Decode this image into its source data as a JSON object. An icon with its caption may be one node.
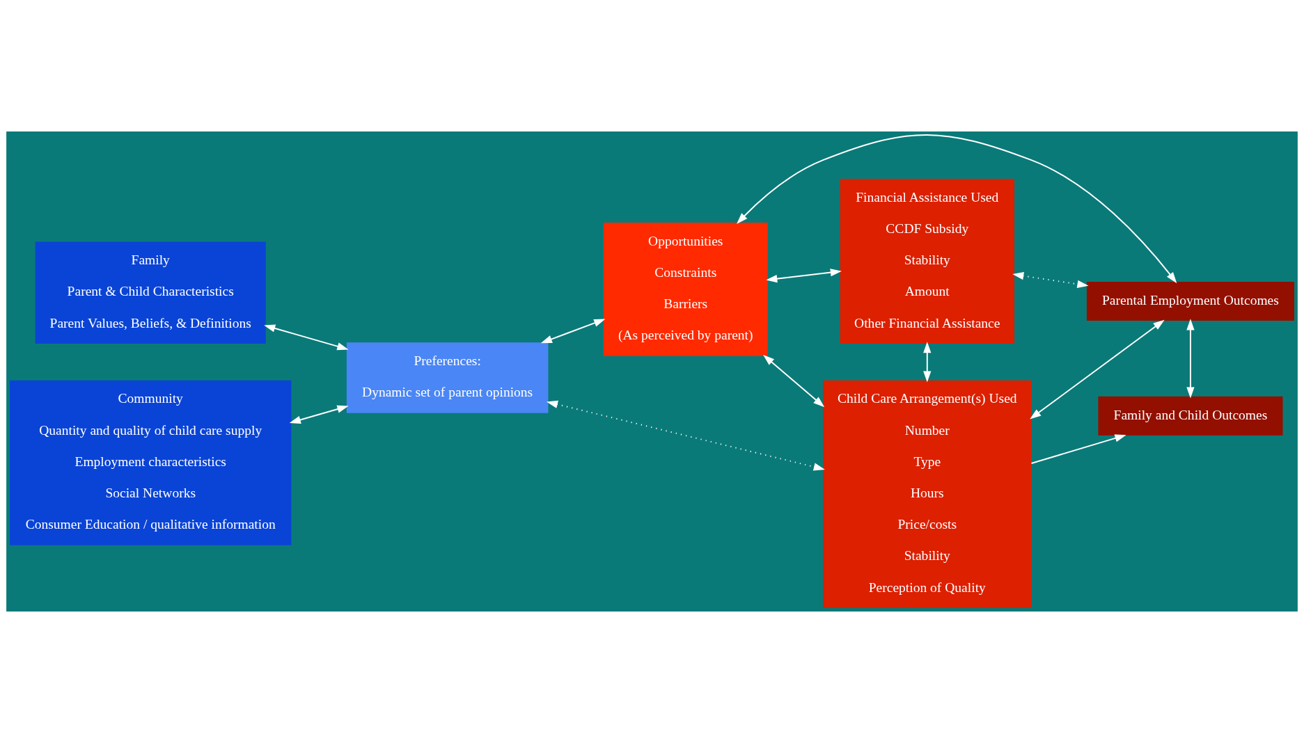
{
  "diagram": {
    "nodes": [
      {
        "text": [
          "Family",
          "Parent & Child Characteristics",
          "Parent Values, Beliefs, & Definitions"
        ]
      },
      {
        "text": [
          "Community",
          "Quantity and quality of child care supply",
          "Employment characteristics",
          "Social Networks",
          "Consumer Education / qualitative information"
        ]
      },
      {
        "text": [
          "Preferences:",
          "Dynamic set of parent opinions"
        ]
      },
      {
        "text": [
          "Opportunities",
          "Constraints",
          "Barriers",
          "(As perceived by parent)"
        ]
      },
      {
        "text": [
          "Financial Assistance Used",
          "CCDF Subsidy",
          "Stability",
          "Amount",
          "Other Financial Assistance"
        ]
      },
      {
        "text": [
          "Parental Employment Outcomes"
        ]
      },
      {
        "text": [
          "Child Care Arrangement(s) Used",
          "Number",
          "Type",
          "Hours",
          "Price/costs",
          "Stability",
          "Perception of Quality"
        ]
      },
      {
        "text": [
          "Family and Child Outcomes"
        ]
      }
    ],
    "edges": [
      {
        "from": 0,
        "to": 2,
        "arrow": "both"
      },
      {
        "from": 1,
        "to": 2,
        "arrow": "both"
      },
      {
        "from": 2,
        "to": 3,
        "arrow": "both"
      },
      {
        "from": 3,
        "to": 4,
        "arrow": "both"
      },
      {
        "from": 3,
        "to": 6,
        "arrow": "both"
      },
      {
        "from": 3,
        "to": 5,
        "arrow": "both"
      },
      {
        "from": 4,
        "to": 5,
        "arrow": "both",
        "style": "dashed"
      },
      {
        "from": 4,
        "to": 6,
        "arrow": "both"
      },
      {
        "from": 6,
        "to": 5,
        "arrow": "both"
      },
      {
        "from": 5,
        "to": 7,
        "arrow": "both"
      },
      {
        "from": 6,
        "to": 7,
        "arrow": "to"
      },
      {
        "from": 2,
        "to": 6,
        "arrow": "both",
        "style": "dashed"
      }
    ]
  }
}
